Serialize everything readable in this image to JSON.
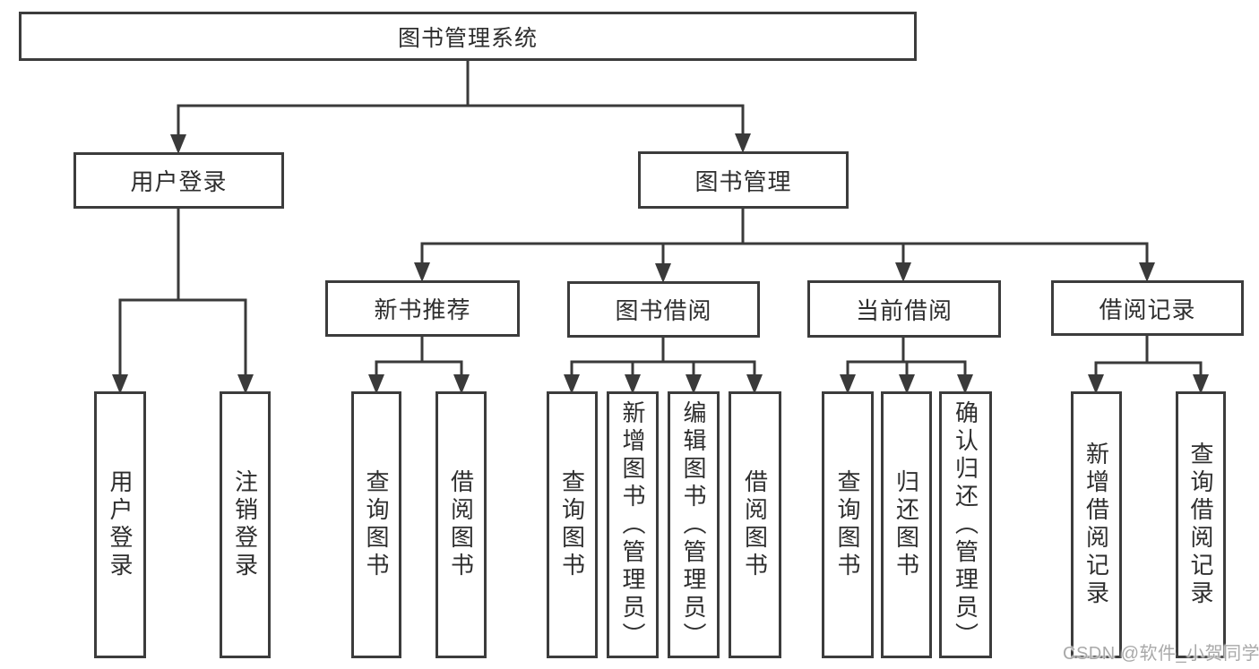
{
  "tree": {
    "root": {
      "label": "图书管理系统"
    },
    "branches": [
      {
        "label": "用户登录",
        "leaves": [
          {
            "label": "用户登录"
          },
          {
            "label": "注销登录"
          }
        ]
      },
      {
        "label": "图书管理",
        "groups": [
          {
            "label": "新书推荐",
            "leaves": [
              {
                "label": "查询图书"
              },
              {
                "label": "借阅图书"
              }
            ]
          },
          {
            "label": "图书借阅",
            "leaves": [
              {
                "label": "查询图书"
              },
              {
                "label": "新增图书（管理员）"
              },
              {
                "label": "编辑图书（管理员）"
              },
              {
                "label": "借阅图书"
              }
            ]
          },
          {
            "label": "当前借阅",
            "leaves": [
              {
                "label": "查询图书"
              },
              {
                "label": "归还图书"
              },
              {
                "label": "确认归还（管理员）"
              }
            ]
          },
          {
            "label": "借阅记录",
            "leaves": [
              {
                "label": "新增借阅记录"
              },
              {
                "label": "查询借阅记录"
              }
            ]
          }
        ]
      }
    ]
  },
  "watermark": {
    "text": "CSDN @软件_小贺同学"
  },
  "colors": {
    "line": "#3a3a3a",
    "box_border": "#3c3c3c",
    "text": "#2e2e2e",
    "watermark": "#a9a9a9",
    "background": "#ffffff"
  }
}
